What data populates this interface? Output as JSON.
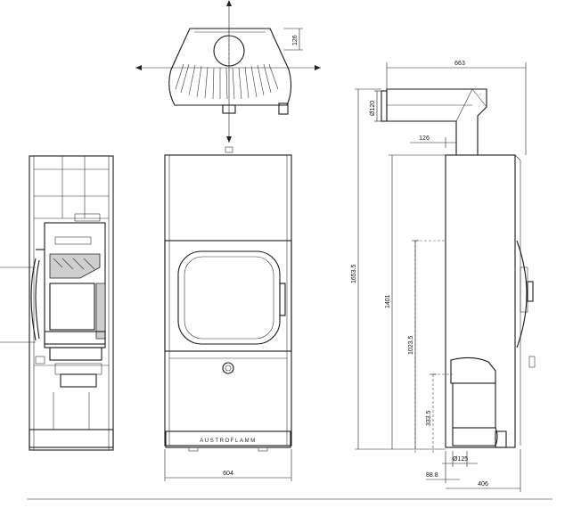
{
  "brand": "AUSTROFLAMM",
  "dimensions": {
    "top_offset": "126",
    "total_depth": "663",
    "flue_diameter": "Ø120",
    "flue_offset": "126",
    "total_height": "1653.5",
    "flue_center_height": "1401",
    "center_height": "1023.5",
    "air_inlet_height": "333.5",
    "air_inlet_diameter": "Ø125",
    "air_inlet_offset": "88.8",
    "depth": "406",
    "front_width": "604"
  }
}
